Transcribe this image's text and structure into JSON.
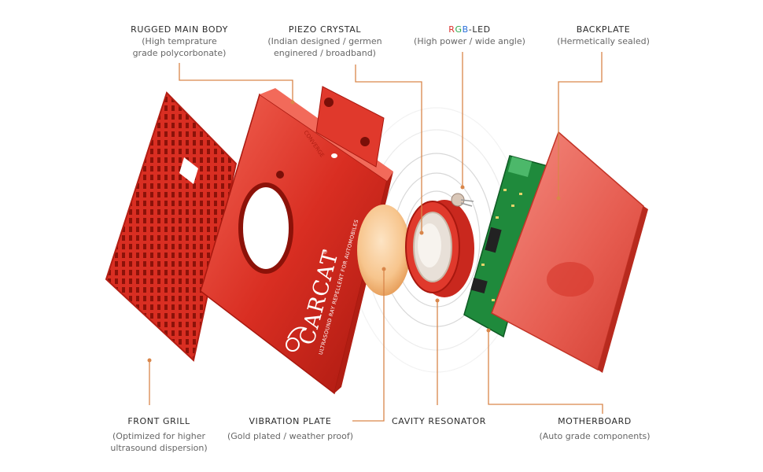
{
  "brand": {
    "name": "CARCAT",
    "registered": "®",
    "tagline": "ULTRASOUND RAY REPELLENT FOR AUTOMOBILES",
    "emboss": "CONVERGE"
  },
  "labels": {
    "main_body": {
      "title": "RUGGED MAIN BODY",
      "sub1": "(High temprature",
      "sub2": "grade polycorbonate)"
    },
    "piezo": {
      "title": "PIEZO CRYSTAL",
      "sub1": "(Indian designed / germen",
      "sub2": "enginered / broadband)"
    },
    "led": {
      "title_r": "R",
      "title_g": "G",
      "title_b": "B",
      "title_rest": "-LED",
      "sub1": "(High power / wide angle)"
    },
    "backplate": {
      "title": "BACKPLATE",
      "sub1": "(Hermetically sealed)"
    },
    "front_grill": {
      "title": "FRONT GRILL",
      "sub1": "(Optimized for higher",
      "sub2": "ultrasound dispersion)"
    },
    "vibration": {
      "title": "VIBRATION PLATE",
      "sub1": "(Gold plated / weather proof)"
    },
    "cavity": {
      "title": "CAVITY RESONATOR"
    },
    "motherboard": {
      "title": "MOTHERBOARD",
      "sub1": "(Auto grade components)"
    }
  },
  "colors": {
    "red": "#d92e22",
    "red_dark": "#a8180f",
    "red_light": "#f0594a",
    "leader": "#d9864a",
    "pcb": "#1f8a3c",
    "rgb_r": "#d9302b",
    "rgb_g": "#2aa84a",
    "rgb_b": "#2a6fd9"
  }
}
